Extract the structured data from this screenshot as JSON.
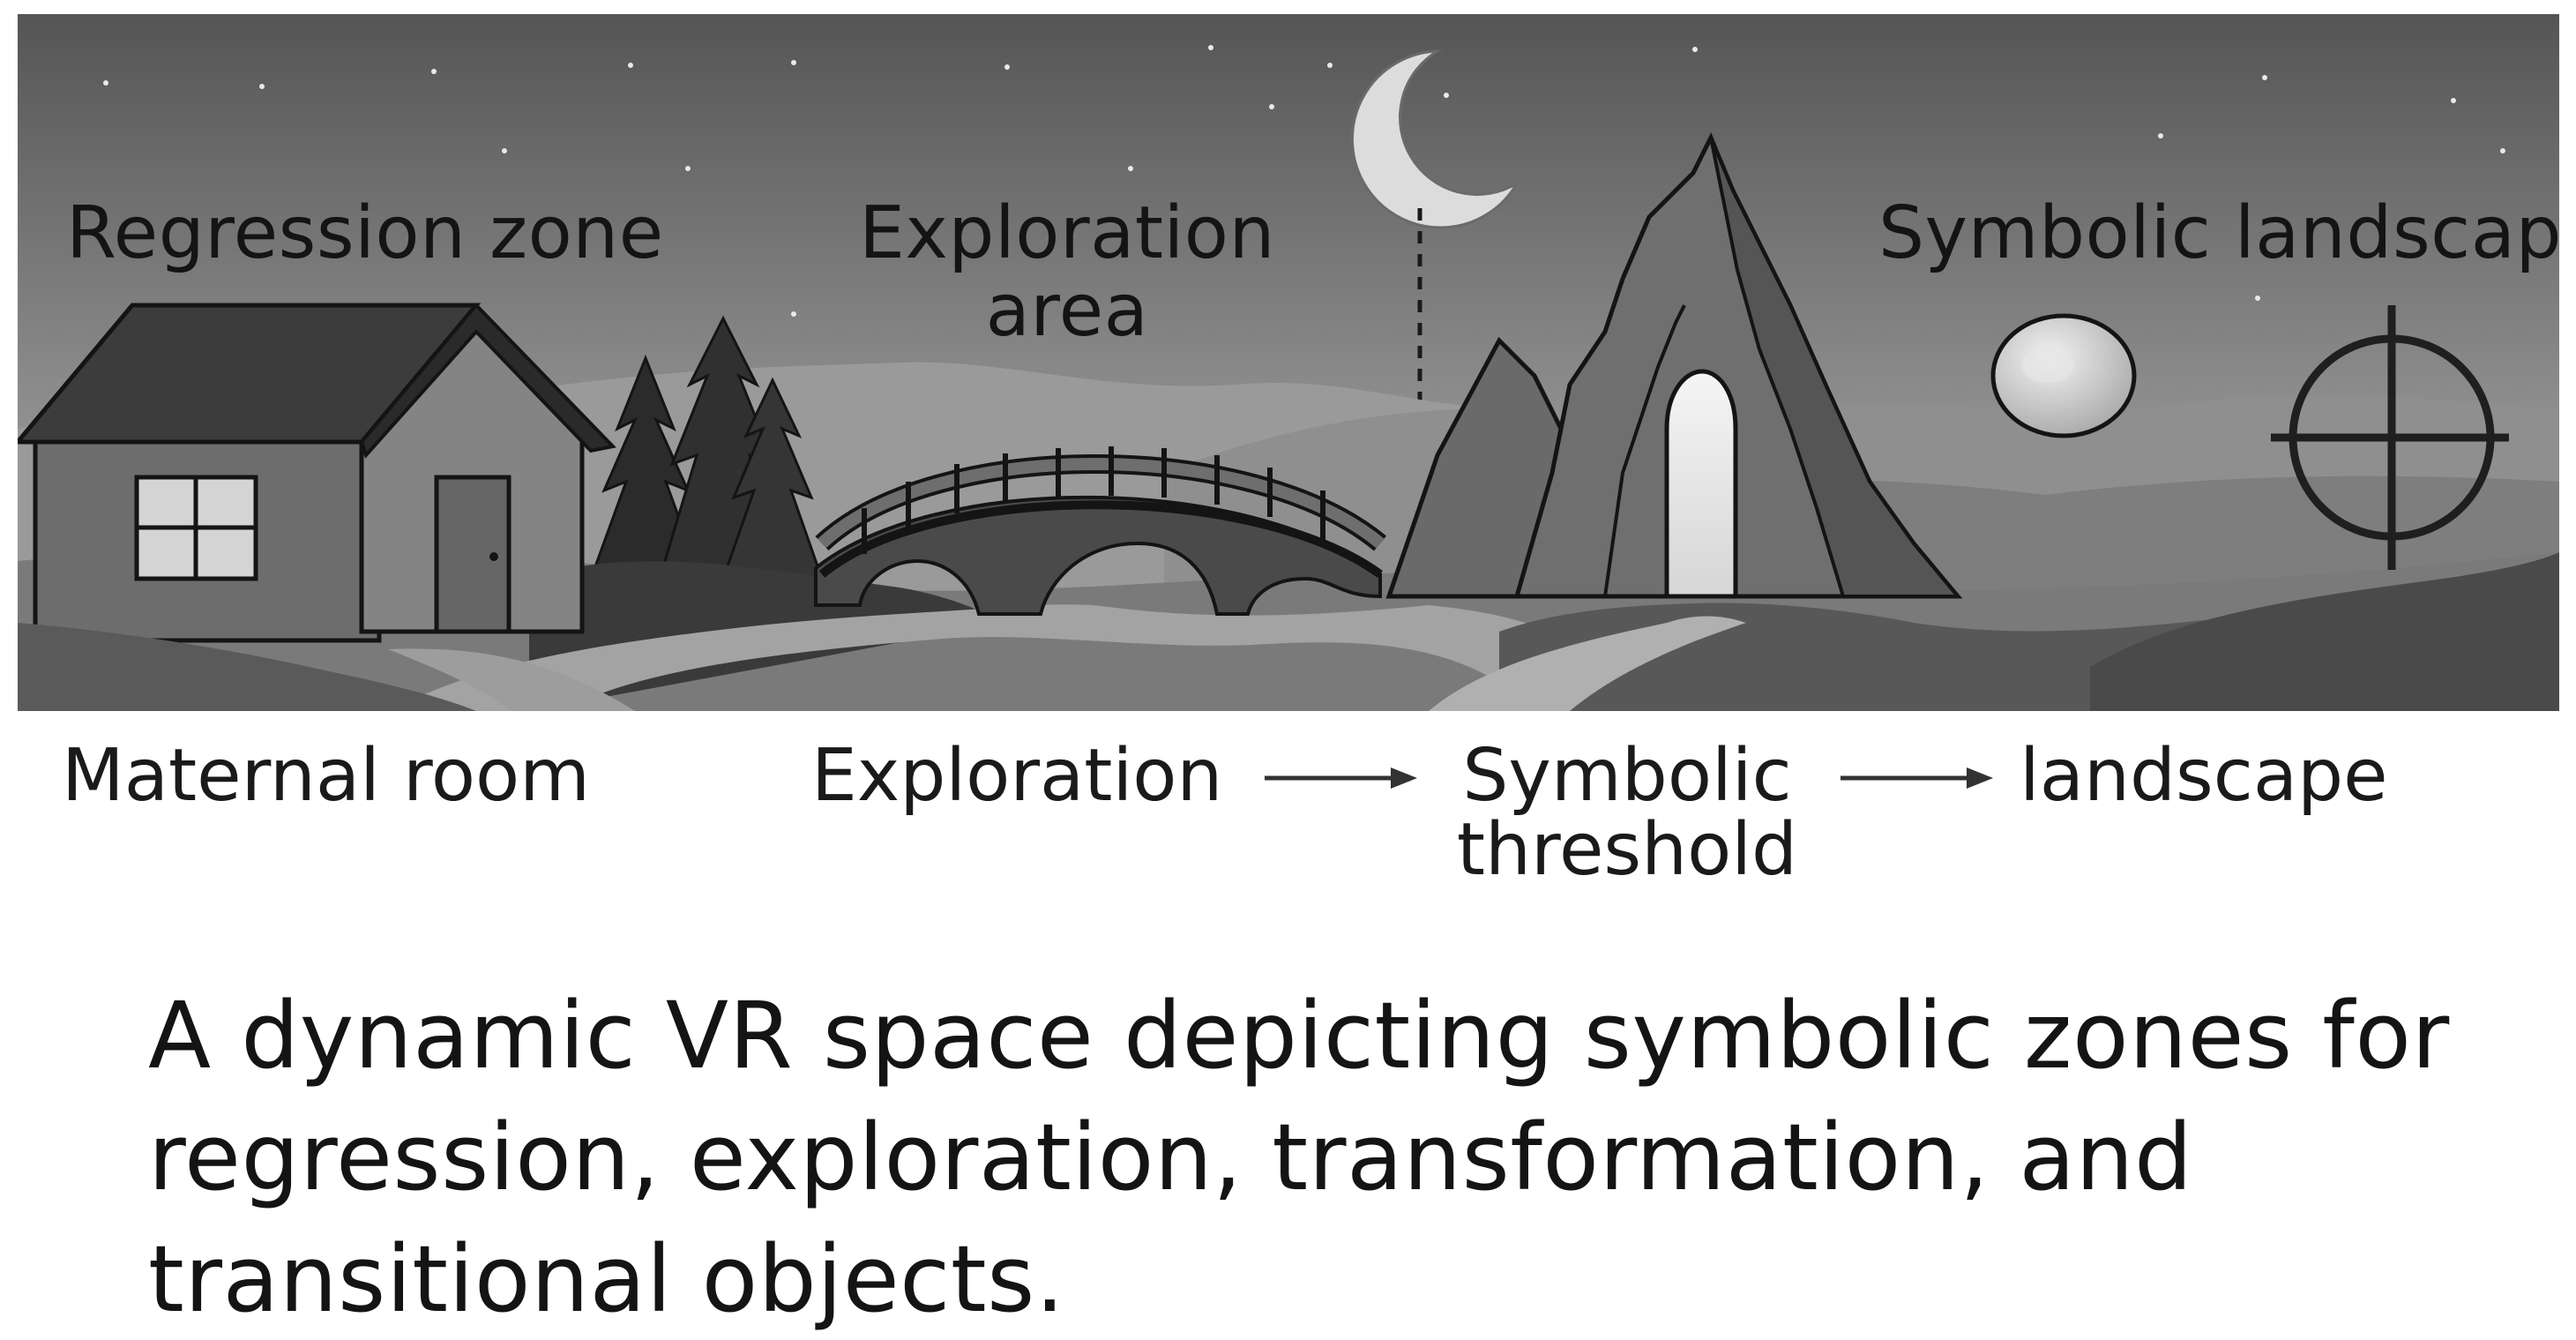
{
  "scene": {
    "zones": {
      "regression": "Regression zone",
      "exploration_line1": "Exploration",
      "exploration_line2": "area",
      "symbolic": "Symbolic landscape"
    },
    "icons": [
      "house-icon",
      "pine-tree-icon",
      "bridge-icon",
      "moon-icon",
      "rock-arch-icon",
      "orb-icon",
      "crosshair-icon",
      "stars-icon"
    ]
  },
  "flow": {
    "maternal_room": "Maternal room",
    "exploration": "Exploration",
    "threshold_line1": "Symbolic",
    "threshold_line2": "threshold",
    "landscape": "landscape"
  },
  "caption": {
    "line1": "A dynamic VR space depicting symbolic zones for",
    "line2": "regression, exploration, transformation, and",
    "line3": "transitional objects."
  }
}
